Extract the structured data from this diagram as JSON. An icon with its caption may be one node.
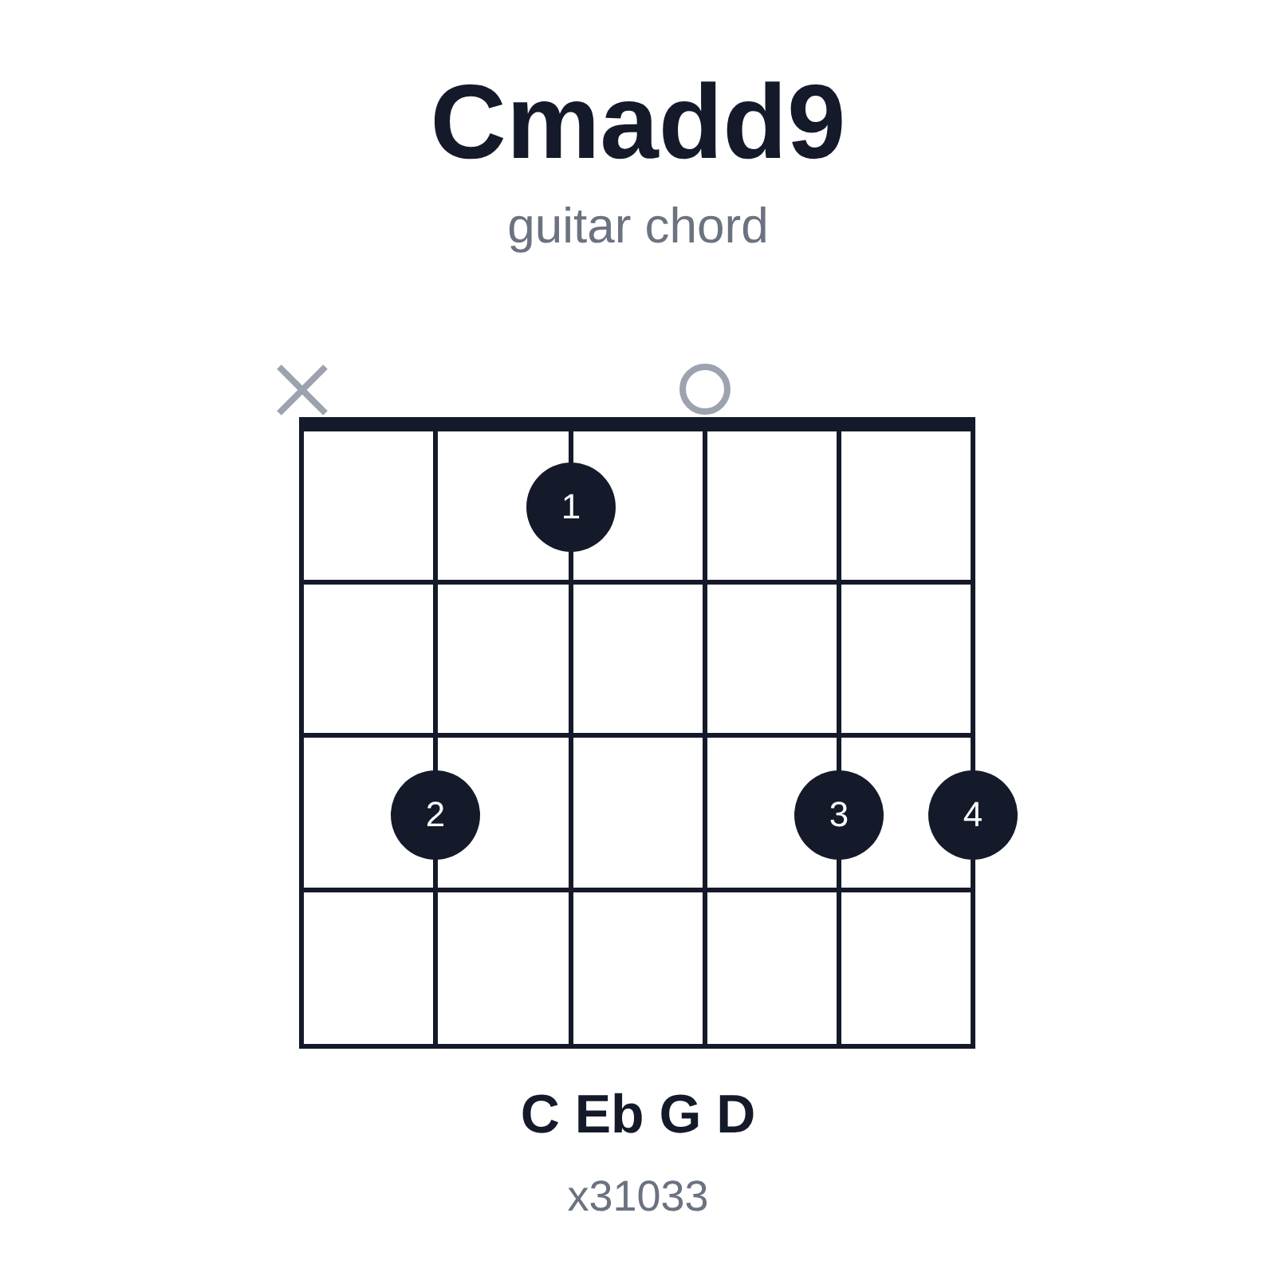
{
  "diagram": {
    "title": "Cmadd9",
    "nodes": [
      {
        "text": [
          "1"
        ]
      },
      {
        "text": [
          "2"
        ]
      },
      {
        "text": [
          "3"
        ]
      },
      {
        "text": [
          "4"
        ]
      }
    ],
    "labels": [
      "guitar chord",
      "C Eb G D",
      "x31033"
    ]
  }
}
